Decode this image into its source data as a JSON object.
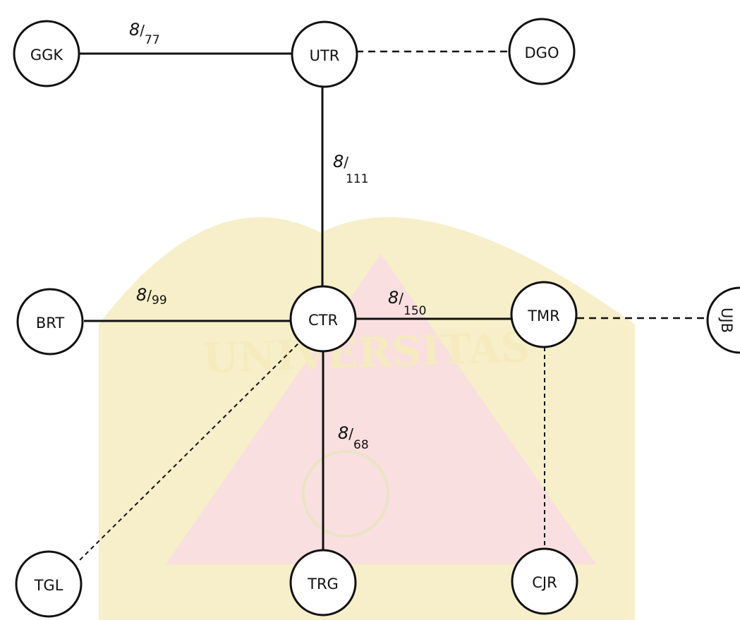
{
  "watermark": {
    "text": "UNIVERSITAS",
    "colors": {
      "yellow": "#f6eec4",
      "red": "#f9dcdc"
    }
  },
  "nodes": {
    "ggk": "GGK",
    "utr": "UTR",
    "dgo": "DGO",
    "brt": "BRT",
    "ctr": "CTR",
    "tmr": "TMR",
    "ujb": "UJB",
    "tgl": "TGL",
    "trg": "TRG",
    "cjr": "CJR"
  },
  "links": {
    "ggk_utr": {
      "num": "8",
      "den": "77"
    },
    "utr_ctr": {
      "num": "8",
      "den": "111"
    },
    "brt_ctr": {
      "num": "8",
      "den": "99"
    },
    "ctr_tmr": {
      "num": "8",
      "den": "150"
    },
    "ctr_trg": {
      "num": "8",
      "den": "68"
    }
  }
}
